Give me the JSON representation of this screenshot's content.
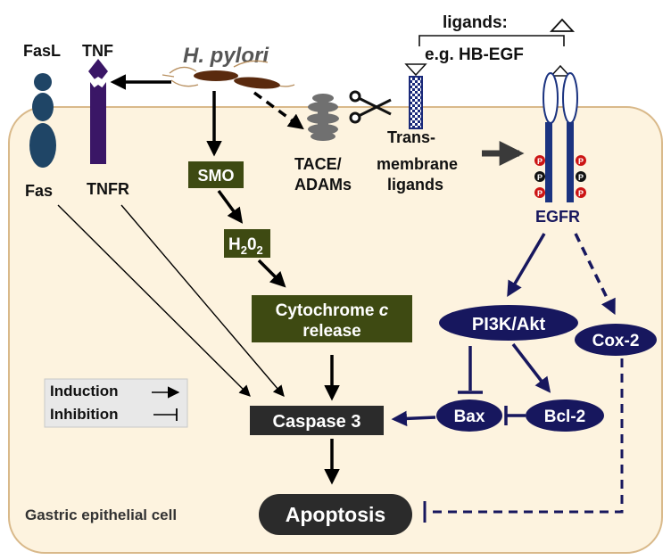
{
  "labels": {
    "hpylori": "H. pylori",
    "ligands": "ligands:",
    "eg": "e.g. HB-EGF",
    "fasl": "FasL",
    "tnf": "TNF",
    "fas": "Fas",
    "tnfr": "TNFR",
    "tace1": "TACE/",
    "tace2": "ADAMs",
    "trans1": "Trans-",
    "trans2": "membrane",
    "trans3": "ligands",
    "egfr": "EGFR",
    "gastric": "Gastric epithelial cell",
    "p": "P"
  },
  "boxes": {
    "smo": "SMO",
    "h2o2": {
      "a": "H",
      "b": "2",
      "c": "0",
      "d": "2"
    },
    "cyto1": "Cytochrome ",
    "cyto_c": "c",
    "cyto2": "release",
    "caspase": "Caspase 3",
    "apoptosis": "Apoptosis"
  },
  "ovals": {
    "pi3k": "PI3K/Akt",
    "cox2": "Cox-2",
    "bax": "Bax",
    "bcl2": "Bcl-2"
  },
  "legend": {
    "induction": "Induction",
    "inhibition": "Inhibition"
  },
  "colors": {
    "cell_fill": "#fdf3df",
    "cell_stroke": "#d9b98a",
    "olive_box": "#3e4a12",
    "dark_box": "#2b2b2b",
    "navy": "#17175e",
    "fas_blue": "#1f4566",
    "tnf_purple": "#3a1666",
    "egfr_blue": "#1b3380",
    "bacterium": "#5a2a0e",
    "tace_gray": "#707070",
    "p_red": "#cc1515",
    "legend_bg": "#e8e8e8"
  }
}
